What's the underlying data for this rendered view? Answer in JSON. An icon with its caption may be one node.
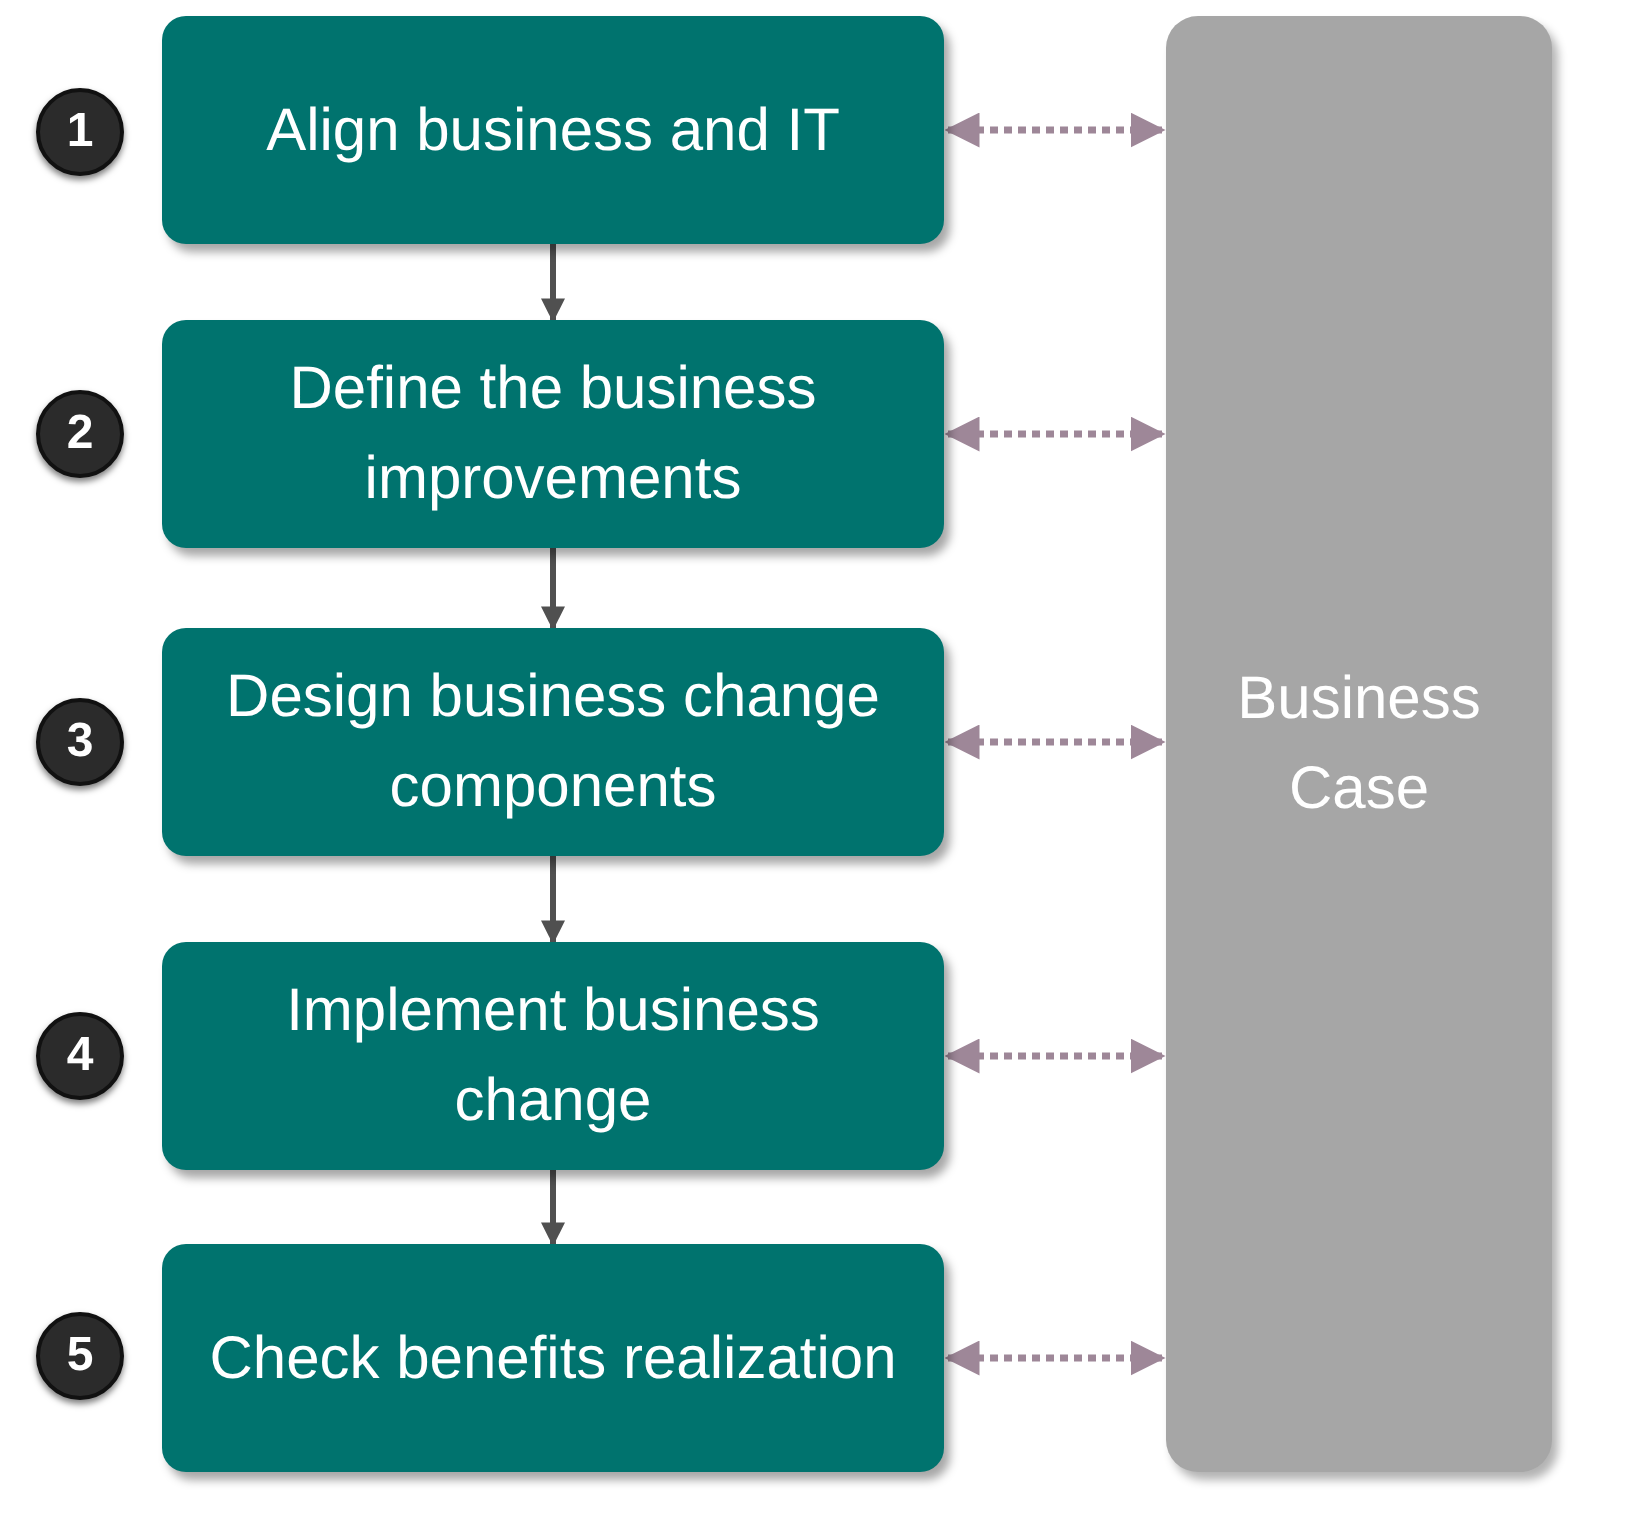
{
  "diagram": {
    "nodes": [
      {
        "text": [
          "1"
        ]
      },
      {
        "text": [
          "Align business and IT"
        ]
      },
      {
        "text": [
          "2"
        ]
      },
      {
        "text": [
          "Define the business improvements"
        ]
      },
      {
        "text": [
          "3"
        ]
      },
      {
        "text": [
          "Design business change components"
        ]
      },
      {
        "text": [
          "4"
        ]
      },
      {
        "text": [
          "Implement business change"
        ]
      },
      {
        "text": [
          "5"
        ]
      },
      {
        "text": [
          "Check benefits realization"
        ]
      },
      {
        "text": [
          "Business Case"
        ]
      }
    ],
    "edges": [
      {
        "from": 1,
        "to": 3,
        "arrow": "to"
      },
      {
        "from": 3,
        "to": 5,
        "arrow": "to"
      },
      {
        "from": 5,
        "to": 7,
        "arrow": "to"
      },
      {
        "from": 7,
        "to": 9,
        "arrow": "to"
      },
      {
        "from": 1,
        "to": 10,
        "arrow": "both",
        "style": "dashed",
        "color": "#9e8798"
      },
      {
        "from": 3,
        "to": 10,
        "arrow": "both",
        "style": "dashed",
        "color": "#9e8798"
      },
      {
        "from": 5,
        "to": 10,
        "arrow": "both",
        "style": "dashed",
        "color": "#9e8798"
      },
      {
        "from": 7,
        "to": 10,
        "arrow": "both",
        "style": "dashed",
        "color": "#9e8798"
      },
      {
        "from": 9,
        "to": 10,
        "arrow": "both",
        "style": "dashed",
        "color": "#9e8798"
      }
    ]
  }
}
